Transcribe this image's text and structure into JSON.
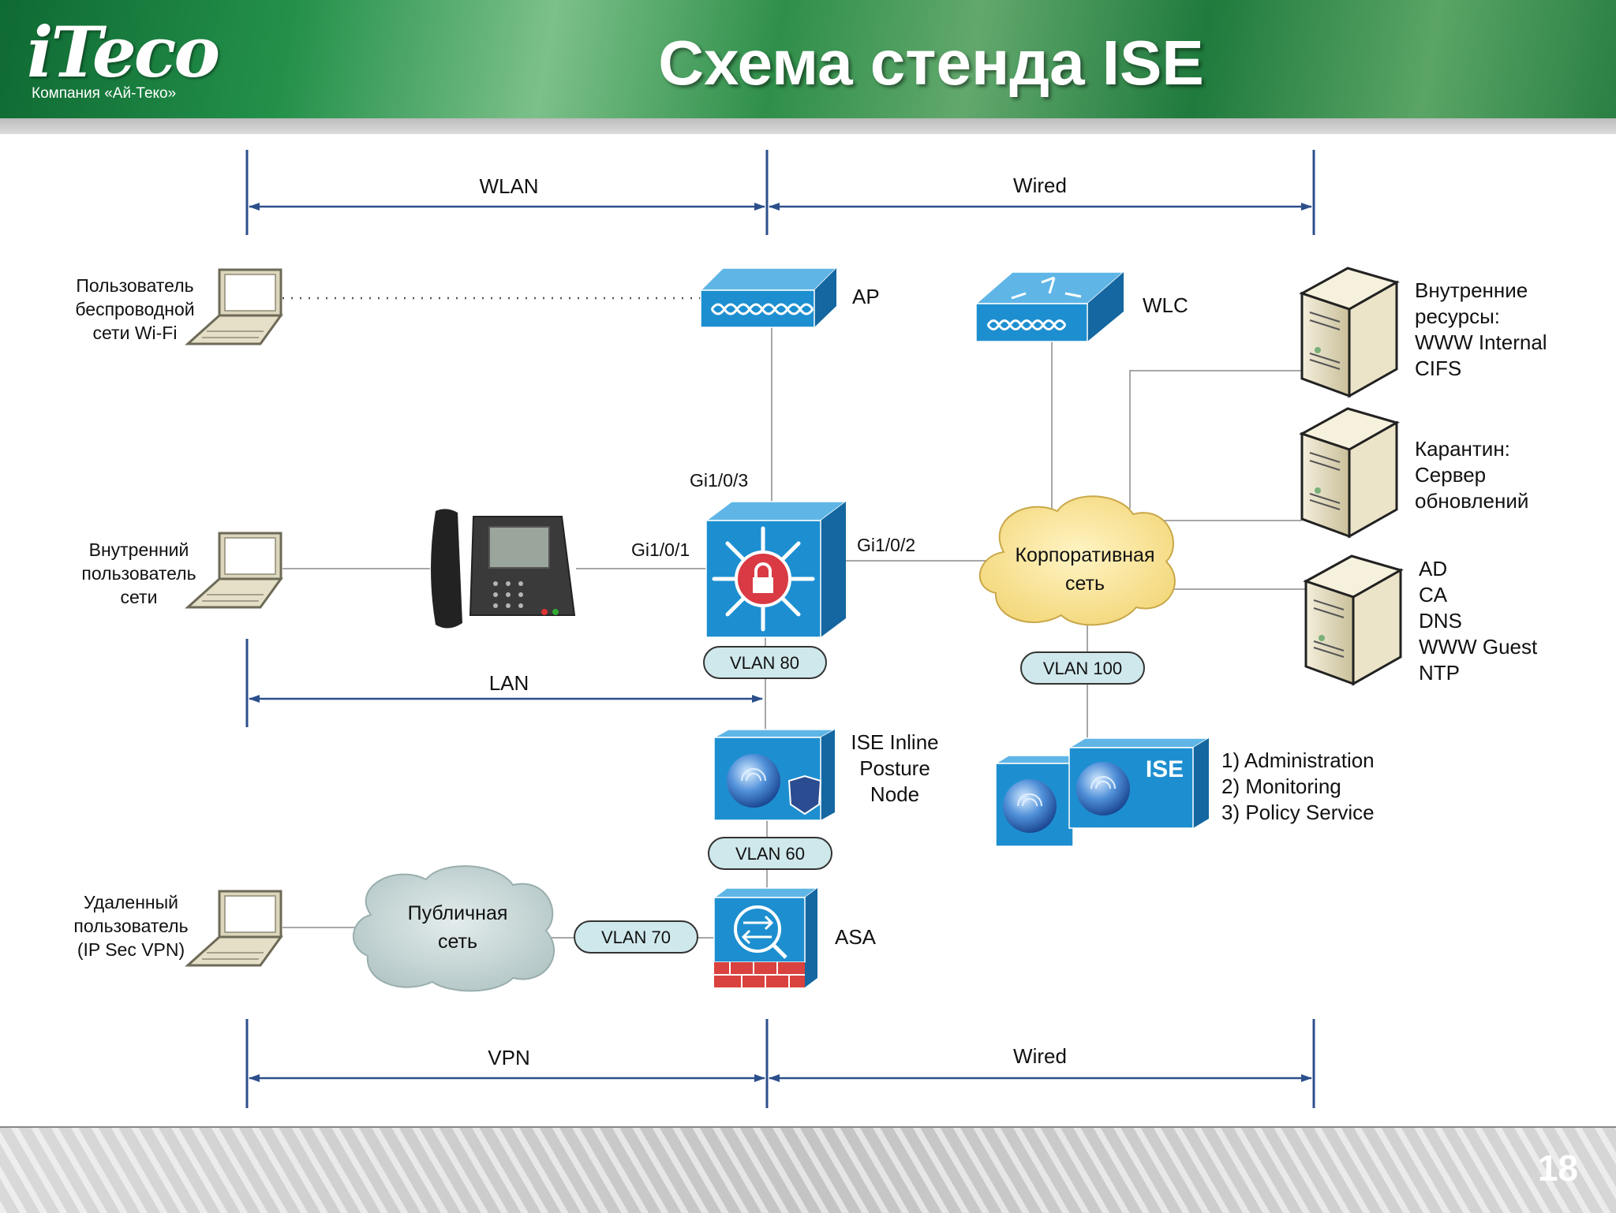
{
  "header": {
    "logo_mark": "iTeco",
    "logo_subtitle": "Компания «Ай-Теко»",
    "title": "Схема стенда ISE"
  },
  "footer": {
    "page_number": "18"
  },
  "diagram": {
    "zones": {
      "wlan": "WLAN",
      "wired_top": "Wired",
      "lan": "LAN",
      "vpn": "VPN",
      "wired_bottom": "Wired"
    },
    "devices": {
      "wifi_user": [
        "Пользователь",
        "беспроводной",
        "сети Wi-Fi"
      ],
      "internal_user": [
        "Внутренний",
        "пользователь",
        "сети"
      ],
      "remote_user": [
        "Удаленный",
        "пользователь",
        "(IP Sec VPN)"
      ],
      "ap": "AP",
      "wlc": "WLC",
      "asa": "ASA",
      "ise_inline": [
        "ISE Inline",
        "Posture",
        "Node"
      ],
      "ise_badge": "ISE"
    },
    "clouds": {
      "corporate": [
        "Корпоративная",
        "сеть"
      ],
      "public": [
        "Публичная",
        "сеть"
      ]
    },
    "servers": {
      "internal": [
        "Внутренние",
        "ресурсы:",
        "WWW Internal",
        "CIFS"
      ],
      "quarantine": [
        "Карантин:",
        "Сервер",
        "обновлений"
      ],
      "infra": [
        "AD",
        "CA",
        "DNS",
        "WWW Guest",
        "NTP"
      ]
    },
    "ise_roles": [
      "1) Administration",
      "2) Monitoring",
      "3) Policy Service"
    ],
    "ports": {
      "gi103": "Gi1/0/3",
      "gi101": "Gi1/0/1",
      "gi102": "Gi1/0/2"
    },
    "vlans": {
      "v80": "VLAN 80",
      "v100": "VLAN 100",
      "v60": "VLAN 60",
      "v70": "VLAN 70"
    }
  },
  "colors": {
    "cisco_blue": "#1d8fd0",
    "arrow_blue": "#2c4f8c",
    "vlan_fill": "#cfe8ec",
    "corporate_cloud": "#fbeaa6",
    "public_cloud": "#c9d9d9",
    "header_green": "#1f7a3d"
  }
}
